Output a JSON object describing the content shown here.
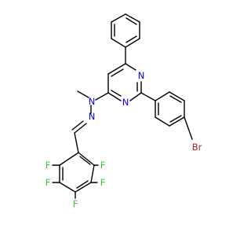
{
  "molecule": {
    "atom_labels": {
      "n_pyrimidine_1": "N",
      "n_pyrimidine_3": "N",
      "n_hydrazine_1": "N",
      "n_hydrazine_2": "N",
      "bromine": "Br",
      "fluorine_1": "F",
      "fluorine_2": "F",
      "fluorine_3": "F",
      "fluorine_4": "F",
      "fluorine_5": "F"
    },
    "colors": {
      "bond": "#000000",
      "nitrogen": "#0000ff",
      "fluorine": "#33cc33",
      "bromine": "#a52a2a",
      "background": "#ffffff"
    }
  }
}
